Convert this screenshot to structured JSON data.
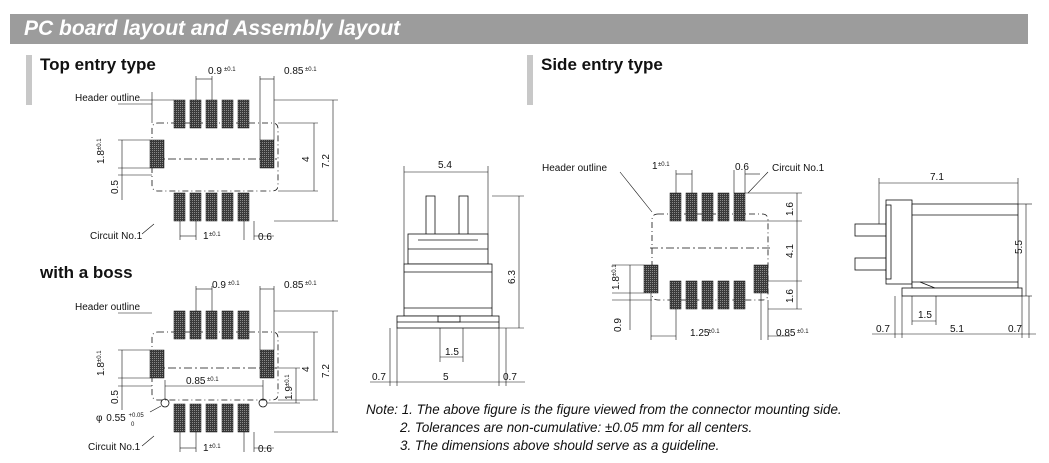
{
  "banner": {
    "title": "PC board layout and Assembly layout"
  },
  "sections": {
    "top_entry": "Top entry type",
    "with_boss": "with a boss",
    "side_entry": "Side entry type"
  },
  "top_entry": {
    "header_outline": "Header outline",
    "circuit_no": "Circuit No.1",
    "dim_pitch": "0.9",
    "dim_pitch_tol": "±0.1",
    "dim_085": "0.85",
    "dim_085_tol": "±0.1",
    "dim_18": "1.8",
    "dim_18_tol": "±0.1",
    "dim_05": "0.5",
    "dim_4": "4",
    "dim_72": "7.2",
    "dim_1": "1",
    "dim_1_tol": "±0.1",
    "dim_06": "0.6"
  },
  "boss": {
    "header_outline": "Header outline",
    "circuit_no": "Circuit No.1",
    "dim_pitch": "0.9",
    "dim_pitch_tol": "±0.1",
    "dim_085": "0.85",
    "dim_085_tol": "±0.1",
    "dim_inner_085": "0.85",
    "dim_inner_085_tol": "±0.1",
    "dim_18": "1.8",
    "dim_18_tol": "±0.1",
    "dim_05": "0.5",
    "dim_19": "1.9",
    "dim_19_tol": "±0.1",
    "dim_4": "4",
    "dim_72": "7.2",
    "hole_prefix": "φ",
    "hole_value": "0.55",
    "hole_tol_upper": "+0.05",
    "hole_tol_lower": "0",
    "dim_1": "1",
    "dim_1_tol": "±0.1",
    "dim_06": "0.6"
  },
  "front_view": {
    "dim_54": "5.4",
    "dim_63": "6.3",
    "dim_15": "1.5",
    "dim_07_left": "0.7",
    "dim_5": "5",
    "dim_07_right": "0.7"
  },
  "side_entry": {
    "header_outline": "Header outline",
    "circuit_no": "Circuit No.1",
    "dim_1": "1",
    "dim_1_tol": "±0.1",
    "dim_06": "0.6",
    "dim_16_top": "1.6",
    "dim_41": "4.1",
    "dim_16_bottom": "1.6",
    "dim_18": "1.8",
    "dim_18_tol": "±0.1",
    "dim_09": "0.9",
    "dim_125": "1.25",
    "dim_125_tol": "±0.1",
    "dim_085": "0.85",
    "dim_085_tol": "±0.1"
  },
  "side_view": {
    "dim_71": "7.1",
    "dim_55": "5.5",
    "dim_15": "1.5",
    "dim_07_left": "0.7",
    "dim_51": "5.1",
    "dim_07_right": "0.7"
  },
  "notes": {
    "line1": "Note: 1. The above figure is the figure viewed from the connector mounting side.",
    "line2": "2. Tolerances are non-cumulative: ±0.05 mm for all centers.",
    "line3": "3. The dimensions above should serve as a guideline."
  },
  "colors": {
    "banner": "#9c9c9c",
    "banner_text": "#ffffff",
    "section_bar": "#c8c8c8",
    "pad_fill": "#3a3a3a",
    "line": "#111111"
  }
}
